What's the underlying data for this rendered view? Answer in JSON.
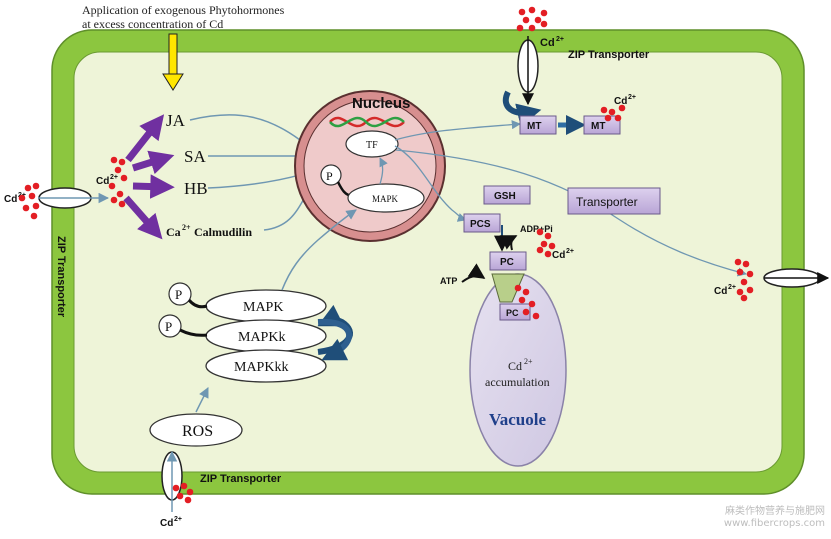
{
  "application_note": {
    "line1": "Application of exogenous Phytohormones",
    "line2": "at excess concentration of Cd"
  },
  "transporters": {
    "top": "ZIP Transporter",
    "left": "ZIP Transporter",
    "bottom": "ZIP Transporter"
  },
  "ions": {
    "cd": "Cd",
    "cd_sup": "2+",
    "ca": "Ca",
    "ca_sup": "2+"
  },
  "hormones": {
    "ja": "JA",
    "sa": "SA",
    "hb": "HB",
    "calmodulin": "Calmudilin"
  },
  "nucleus": {
    "label": "Nucleus",
    "tf": "TF",
    "p": "P",
    "mapk": "MAPK"
  },
  "cascade": {
    "mapk": "MAPK",
    "mapkk": "MAPKk",
    "mapkkk": "MAPKkk",
    "p": "P",
    "ros": "ROS"
  },
  "boxes": {
    "mt": "MT",
    "gsh": "GSH",
    "pcs": "PCS",
    "pc": "PC",
    "transporter": "Transporter"
  },
  "reactions": {
    "adp_pi": "ADP+Pi",
    "atp": "ATP"
  },
  "vacuole": {
    "label": "Vacuole",
    "accum_word": "accumulation"
  },
  "watermark": {
    "line1": "麻类作物营养与施肥网",
    "line2": "www.fibercrops.com"
  },
  "colors": {
    "wall": "#8cc63f",
    "cytoplasm": "#eef4d8",
    "arrow": "#6f97b2",
    "purple_arrow": "#7030a0",
    "cd_dot": "#e31e24",
    "box_fill": "#c9b8e0",
    "vacuole": "#dcd6ea",
    "nucleus": "#e6a8a8"
  }
}
